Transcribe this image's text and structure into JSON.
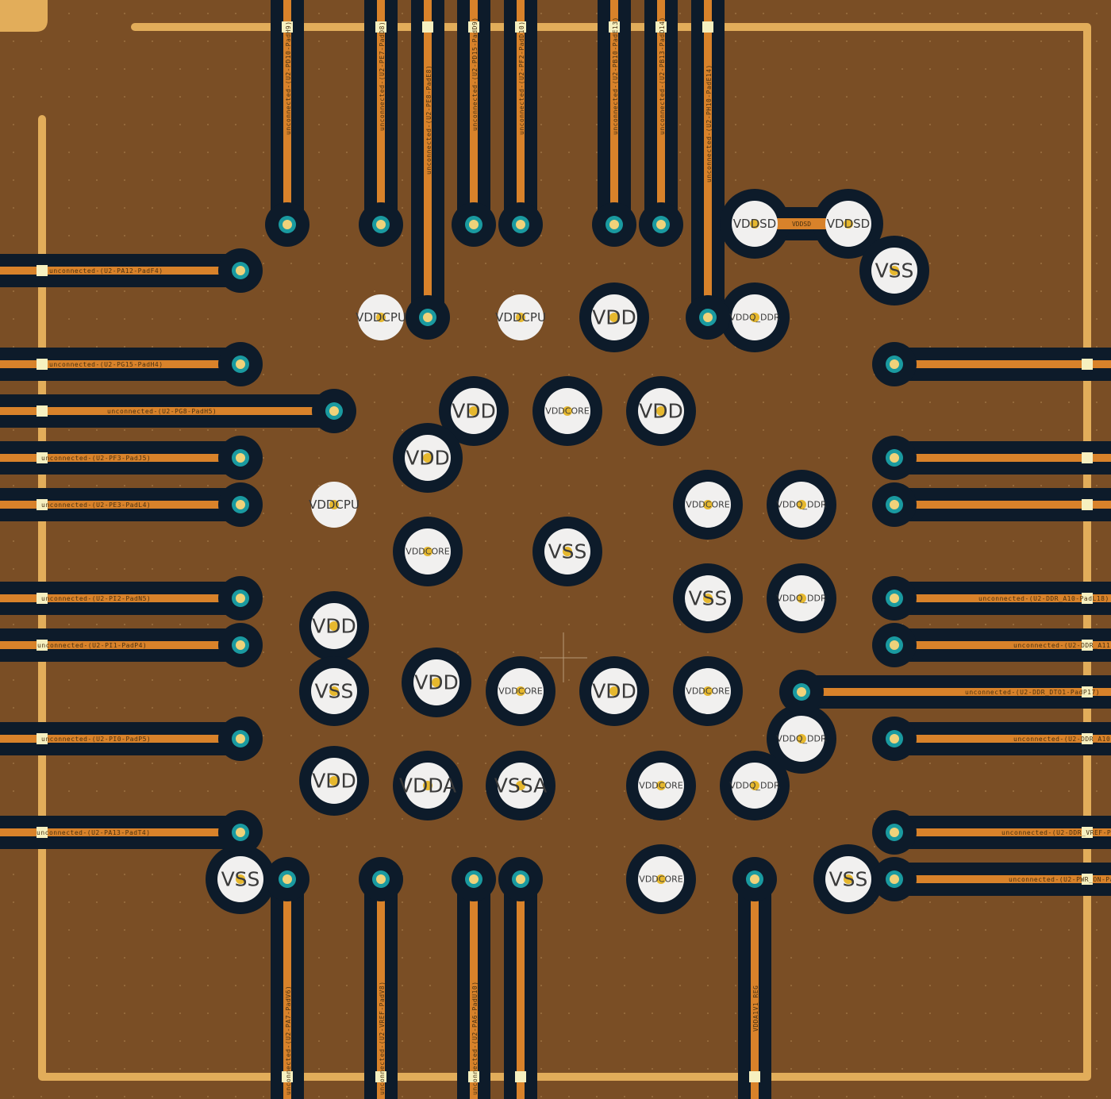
{
  "colors": {
    "board": "#7a4e25",
    "clearance": "#0d1b2a",
    "copper_trace": "#d8822a",
    "outline": "#e2ad5a",
    "pad": "#f1f0ef",
    "drill": "#e6b82e",
    "via_ring": "#1a9aa0",
    "via_center": "#f0d27a",
    "crossing": "#f6f0c0"
  },
  "pads": [
    {
      "net": "VDDSD",
      "big": false
    },
    {
      "net": "VDDSD",
      "big": false
    },
    {
      "net": "VSS",
      "big": true
    },
    {
      "net": "VDDCPU",
      "big": false
    },
    {
      "net": "VDDCPU",
      "big": false
    },
    {
      "net": "VDD",
      "big": true
    },
    {
      "net": "VDDQ_DDR",
      "big": false
    },
    {
      "net": "VDD",
      "big": true
    },
    {
      "net": "VDDCORE",
      "big": false
    },
    {
      "net": "VDD",
      "big": true
    },
    {
      "net": "VDD",
      "big": true
    },
    {
      "net": "VDDCPU",
      "big": false
    },
    {
      "net": "VDDCORE",
      "big": false
    },
    {
      "net": "VDDQ_DDR",
      "big": false
    },
    {
      "net": "VDDCORE",
      "big": false
    },
    {
      "net": "VSS",
      "big": true
    },
    {
      "net": "VSS",
      "big": true
    },
    {
      "net": "VDDQ_DDR",
      "big": false
    },
    {
      "net": "VDD",
      "big": true
    },
    {
      "net": "VSS",
      "big": true
    },
    {
      "net": "VDD",
      "big": true
    },
    {
      "net": "VDDCORE",
      "big": false
    },
    {
      "net": "VDD",
      "big": true
    },
    {
      "net": "VDDCORE",
      "big": false
    },
    {
      "net": "VDDQ_DDR",
      "big": false
    },
    {
      "net": "VDD",
      "big": true
    },
    {
      "net": "VDDA",
      "big": true
    },
    {
      "net": "VSSA",
      "big": true
    },
    {
      "net": "VDDCORE",
      "big": false
    },
    {
      "net": "VDDQ_DDR",
      "big": false
    },
    {
      "net": "VSS",
      "big": true
    },
    {
      "net": "VDDCORE",
      "big": false
    },
    {
      "net": "VSS",
      "big": true
    }
  ],
  "trace_labels": {
    "top": [
      "unconnected-(U2-PD10-PadH9)",
      "unconnected-(U2-PE7-PadD8)",
      "unconnected-(U2-PE8-PadE8)",
      "unconnected-(U2-PD15-PadD9)",
      "unconnected-(U2-PF2-PadD10)",
      "unconnected-(U2-PB10-PadE13)",
      "unconnected-(U2-PB13-PadD14)",
      "unconnected-(U2-PH10-PadE14)"
    ],
    "left": [
      "unconnected-(U2-PA12-PadF4)",
      "unconnected-(U2-PG15-PadH4)",
      "unconnected-(U2-PG8-PadH5)",
      "unconnected-(U2-PF3-PadJ5)",
      "unconnected-(U2-PE3-PadL4)",
      "unconnected-(U2-PI2-PadN5)",
      "unconnected-(U2-PI1-PadP4)",
      "unconnected-(U2-PI0-PadP5)",
      "unconnected-(U2-PA13-PadT4)"
    ],
    "right": [
      "unconnected-(U2-DDR_A10-PadL18)",
      "unconnected-(U2-DDR_A11",
      "unconnected-(U2-DDR_DTO1-PadP17)",
      "unconnected-(U2-DDR_A10",
      "unconnected-(U2-DDR_VREF-P",
      "unconnected-(U2-PWR_ON-Pa"
    ],
    "bottom": [
      "unconnected-(U2-PA7-PadV6)",
      "unconnected-(U2-VREF-PadV8)",
      "unconnected-(U2-PA6-PadU10)",
      "VDDA1V1_REG"
    ],
    "short_link": "VDDSD"
  }
}
